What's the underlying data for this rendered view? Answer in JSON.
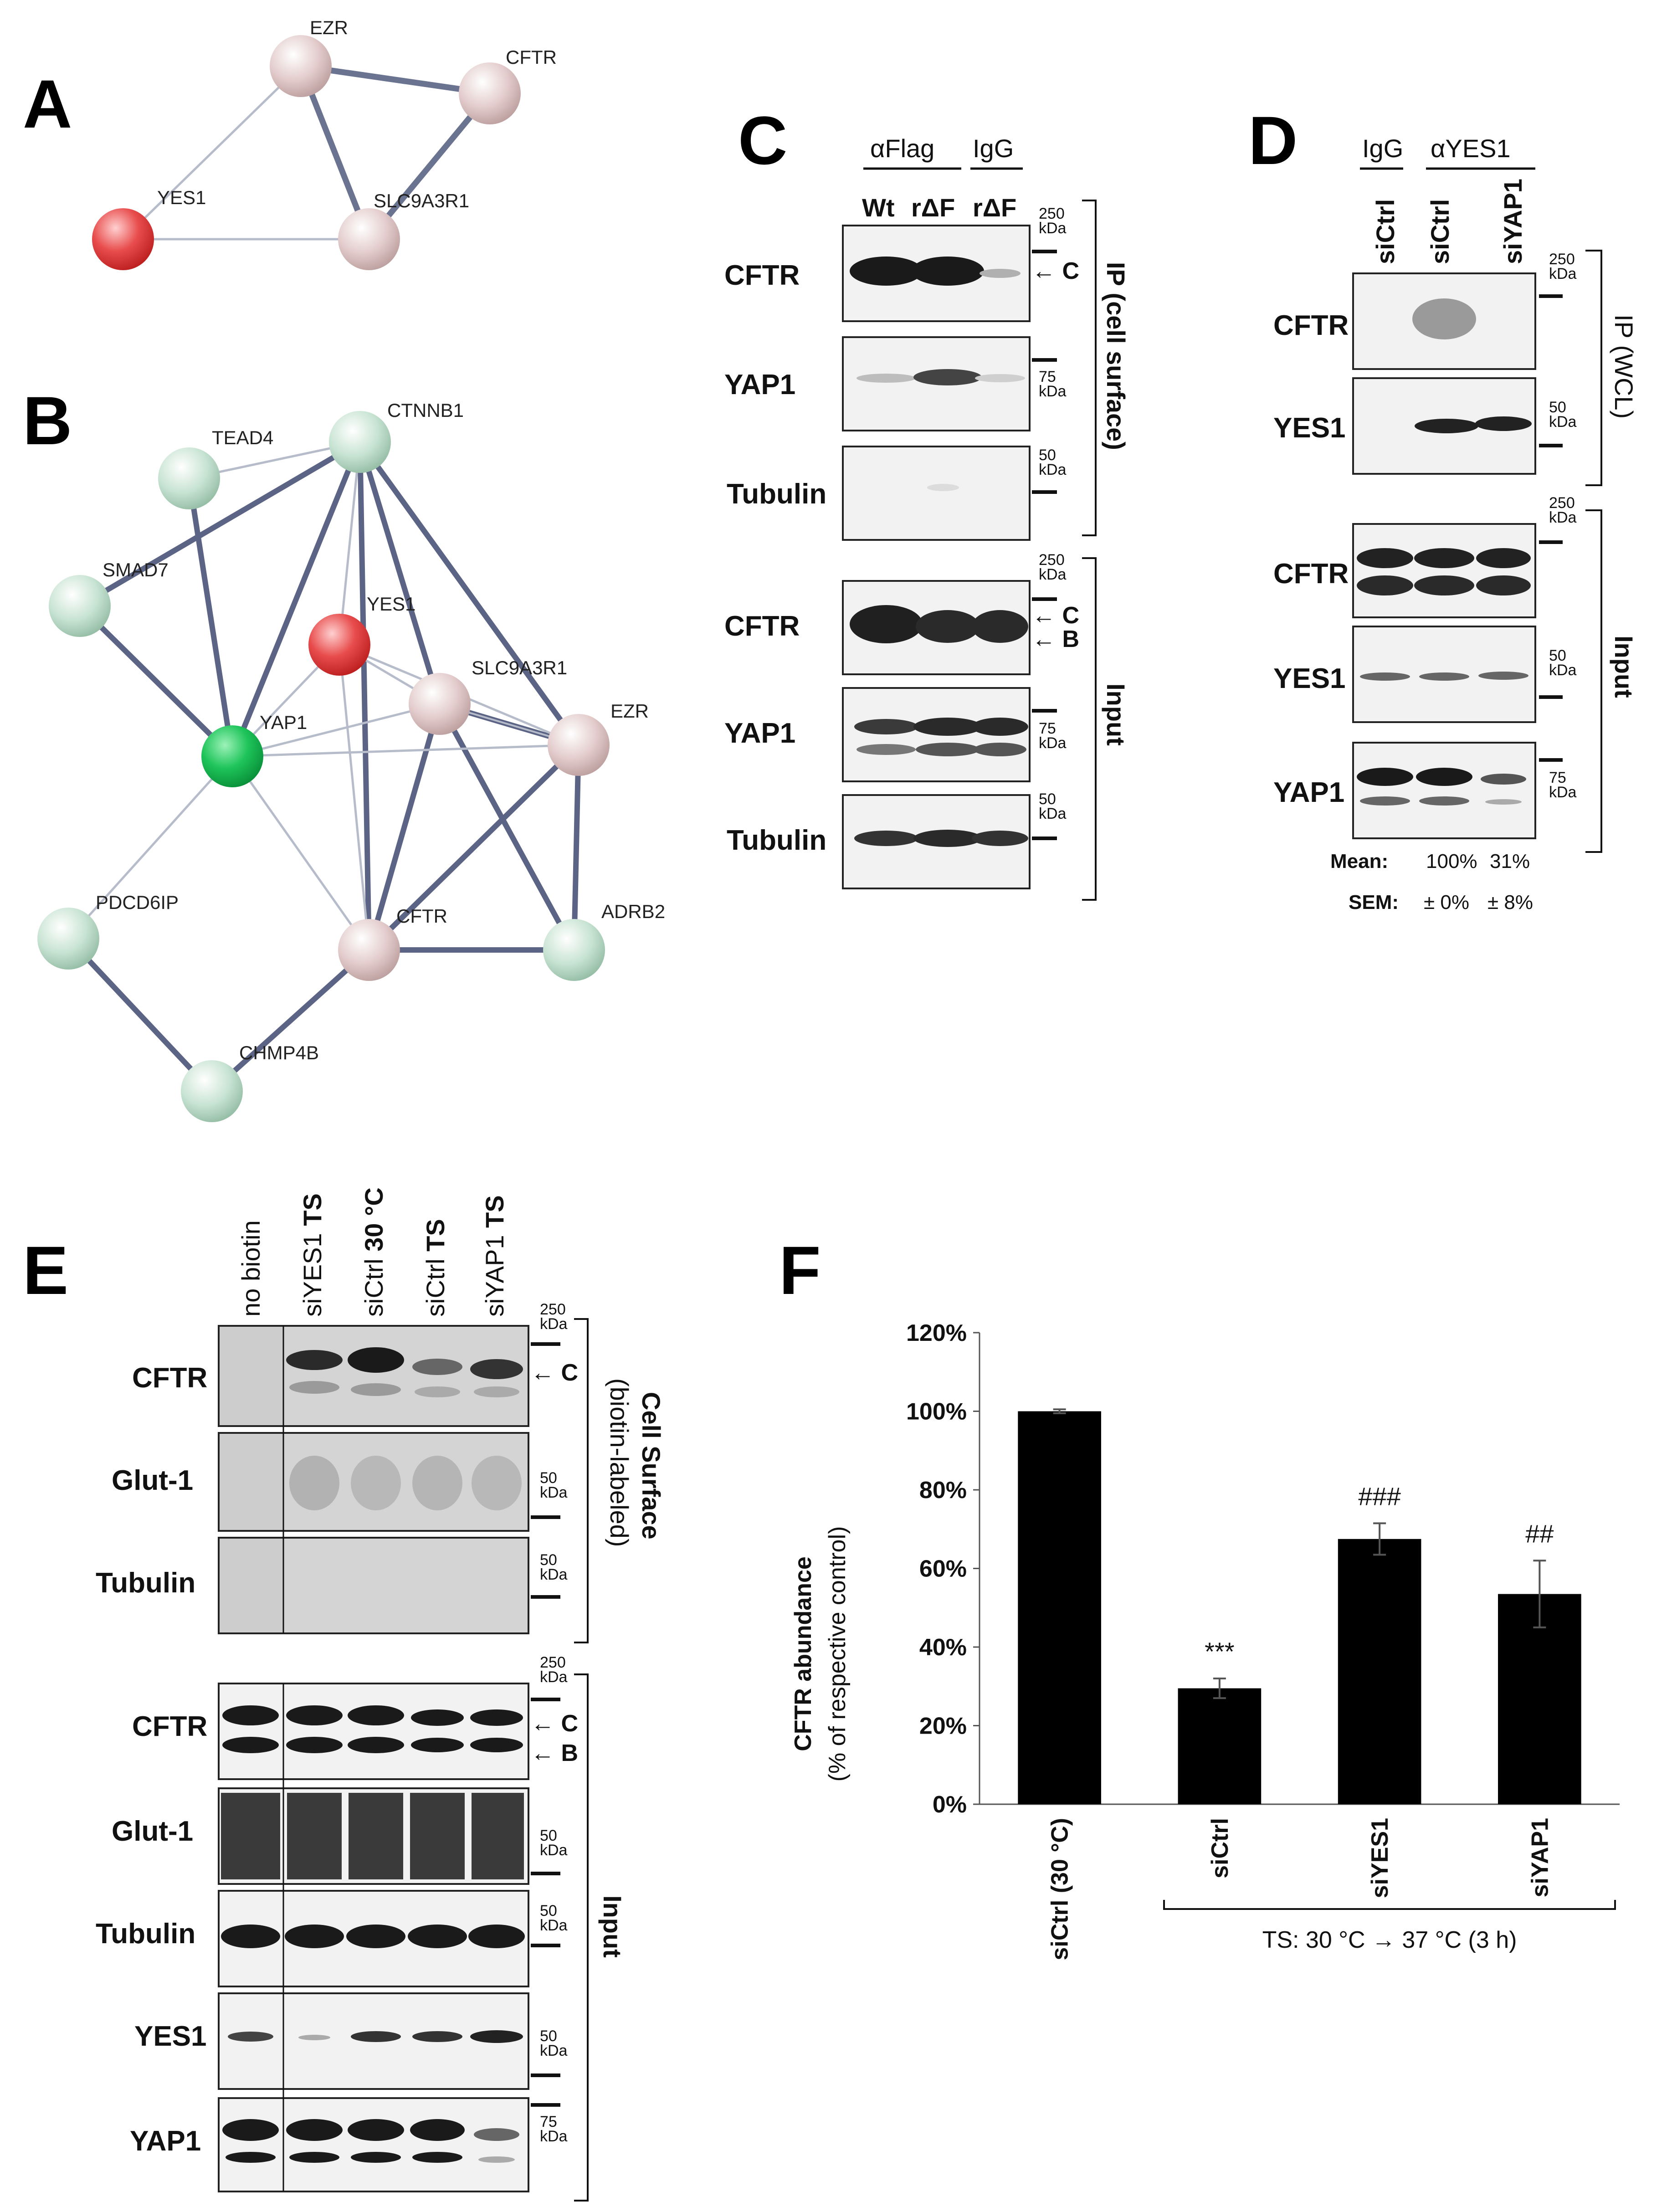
{
  "panels": {
    "A": "A",
    "B": "B",
    "C": "C",
    "D": "D",
    "E": "E",
    "F": "F"
  },
  "panelA": {
    "nodes": [
      "EZR",
      "CFTR",
      "YES1",
      "SLC9A3R1"
    ]
  },
  "panelB": {
    "nodes": [
      "TEAD4",
      "CTNNB1",
      "SMAD7",
      "YES1",
      "SLC9A3R1",
      "EZR",
      "YAP1",
      "PDCD6IP",
      "CFTR",
      "ADRB2",
      "CHMP4B"
    ]
  },
  "panelC": {
    "group1": "αFlag",
    "group2": "IgG",
    "lanes": [
      "Wt",
      "rΔF",
      "rΔF"
    ],
    "ip_label": "IP (cell surface)",
    "input_label": "Input",
    "rows": [
      "CFTR",
      "YAP1",
      "Tubulin",
      "CFTR",
      "YAP1",
      "Tubulin"
    ],
    "markers": [
      "250",
      "kDa",
      "75",
      "kDa",
      "50",
      "kDa",
      "250",
      "kDa",
      "75",
      "kDa",
      "50",
      "kDa"
    ],
    "band_c": "← C",
    "band_b": "← B",
    "band_c2": "← C"
  },
  "panelD": {
    "group1": "IgG",
    "group2": "αYES1",
    "lanes": [
      "siCtrl",
      "siCtrl",
      "siYAP1"
    ],
    "ip_label": "IP (WCL)",
    "input_label": "Input",
    "rows": [
      "CFTR",
      "YES1",
      "CFTR",
      "YES1",
      "YAP1"
    ],
    "markers": [
      "250",
      "kDa",
      "50",
      "kDa",
      "250",
      "kDa",
      "50",
      "kDa",
      "75",
      "kDa"
    ],
    "mean_label": "Mean:",
    "mean_values": [
      "100%",
      "31%"
    ],
    "sem_label": "SEM:",
    "sem_values": [
      "± 0%",
      "± 8%"
    ]
  },
  "panelE": {
    "lanes": [
      {
        "pre": "no biotin",
        "bold": ""
      },
      {
        "pre": "siYES1 ",
        "bold": "TS"
      },
      {
        "pre": "siCtrl ",
        "bold": "30 °C"
      },
      {
        "pre": "siCtrl ",
        "bold": "TS"
      },
      {
        "pre": "siYAP1 ",
        "bold": "TS"
      }
    ],
    "surface_label_bold": "Cell Surface",
    "surface_label": "(biotin-labeled)",
    "input_label": "Input",
    "rows": [
      "CFTR",
      "Glut-1",
      "Tubulin",
      "CFTR",
      "Glut-1",
      "Tubulin",
      "YES1",
      "YAP1"
    ],
    "markers": [
      "250",
      "kDa",
      "50",
      "kDa",
      "50",
      "kDa",
      "250",
      "kDa",
      "50",
      "kDa",
      "50",
      "kDa",
      "50",
      "kDa",
      "75",
      "kDa"
    ],
    "band_c": "← C",
    "band_c2": "← C",
    "band_b": "← B"
  },
  "chart_data": {
    "type": "bar",
    "categories": [
      "siCtrl (30 °C)",
      "siCtrl",
      "siYES1",
      "siYAP1"
    ],
    "values": [
      100,
      29.5,
      67.5,
      53.5
    ],
    "errors": [
      0.5,
      2.5,
      4.0,
      8.5
    ],
    "significance": [
      "",
      "***",
      "###",
      "##"
    ],
    "ylabel_bold": "CFTR abundance",
    "ylabel": "(% of respective control)",
    "yticks": [
      "0%",
      "20%",
      "40%",
      "60%",
      "80%",
      "100%",
      "120%"
    ],
    "ylim": [
      0,
      120
    ],
    "group_label": "TS: 30 °C → 37 °C (3 h)",
    "bar_color": "#000000"
  }
}
